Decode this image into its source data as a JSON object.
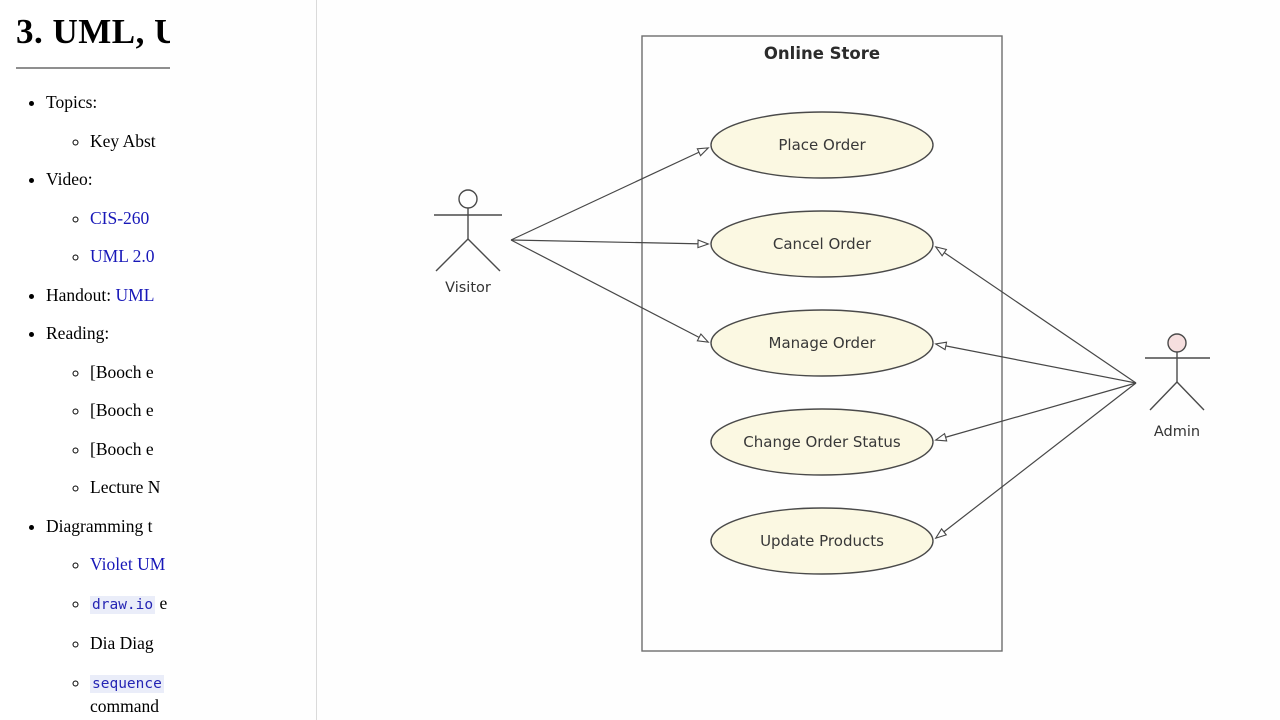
{
  "page": {
    "heading": "3. UML, U",
    "items": {
      "topics": "Topics:",
      "key_abst": "Key Abst",
      "video": "Video:",
      "cis260": "CIS-260",
      "uml20": "UML 2.0",
      "handout_prefix": "Handout: ",
      "handout_link": "UML",
      "reading": "Reading:",
      "booch1": "[Booch e",
      "booch2": "[Booch e",
      "booch3": "[Booch e",
      "lecture": "Lecture N",
      "diagramming": "Diagramming t",
      "violet": "Violet UM",
      "drawio_link": "draw.io",
      "drawio_suffix": " e",
      "dia": "Dia Diag",
      "sequence_link": "sequence",
      "sequence_line2": "command"
    }
  },
  "diagram": {
    "system_title": "Online Store",
    "use_cases": [
      "Place Order",
      "Cancel Order",
      "Manage Order",
      "Change Order Status",
      "Update Products"
    ],
    "actors": [
      {
        "name": "Visitor"
      },
      {
        "name": "Admin"
      }
    ],
    "relations": [
      {
        "from": "Visitor",
        "to": "Place Order"
      },
      {
        "from": "Visitor",
        "to": "Cancel Order"
      },
      {
        "from": "Visitor",
        "to": "Manage Order"
      },
      {
        "from": "Admin",
        "to": "Cancel Order"
      },
      {
        "from": "Admin",
        "to": "Manage Order"
      },
      {
        "from": "Admin",
        "to": "Change Order Status"
      },
      {
        "from": "Admin",
        "to": "Update Products"
      }
    ],
    "colors": {
      "use_case_fill": "#fbf8e2",
      "use_case_stroke": "#4a4a4a",
      "connector": "#474747",
      "boundary_stroke": "#6e6e6e",
      "admin_head_fill": "#f6dfdf",
      "visitor_head_fill": "#ffffff",
      "label_text": "#383838",
      "link_blue": "#1818b8"
    }
  }
}
